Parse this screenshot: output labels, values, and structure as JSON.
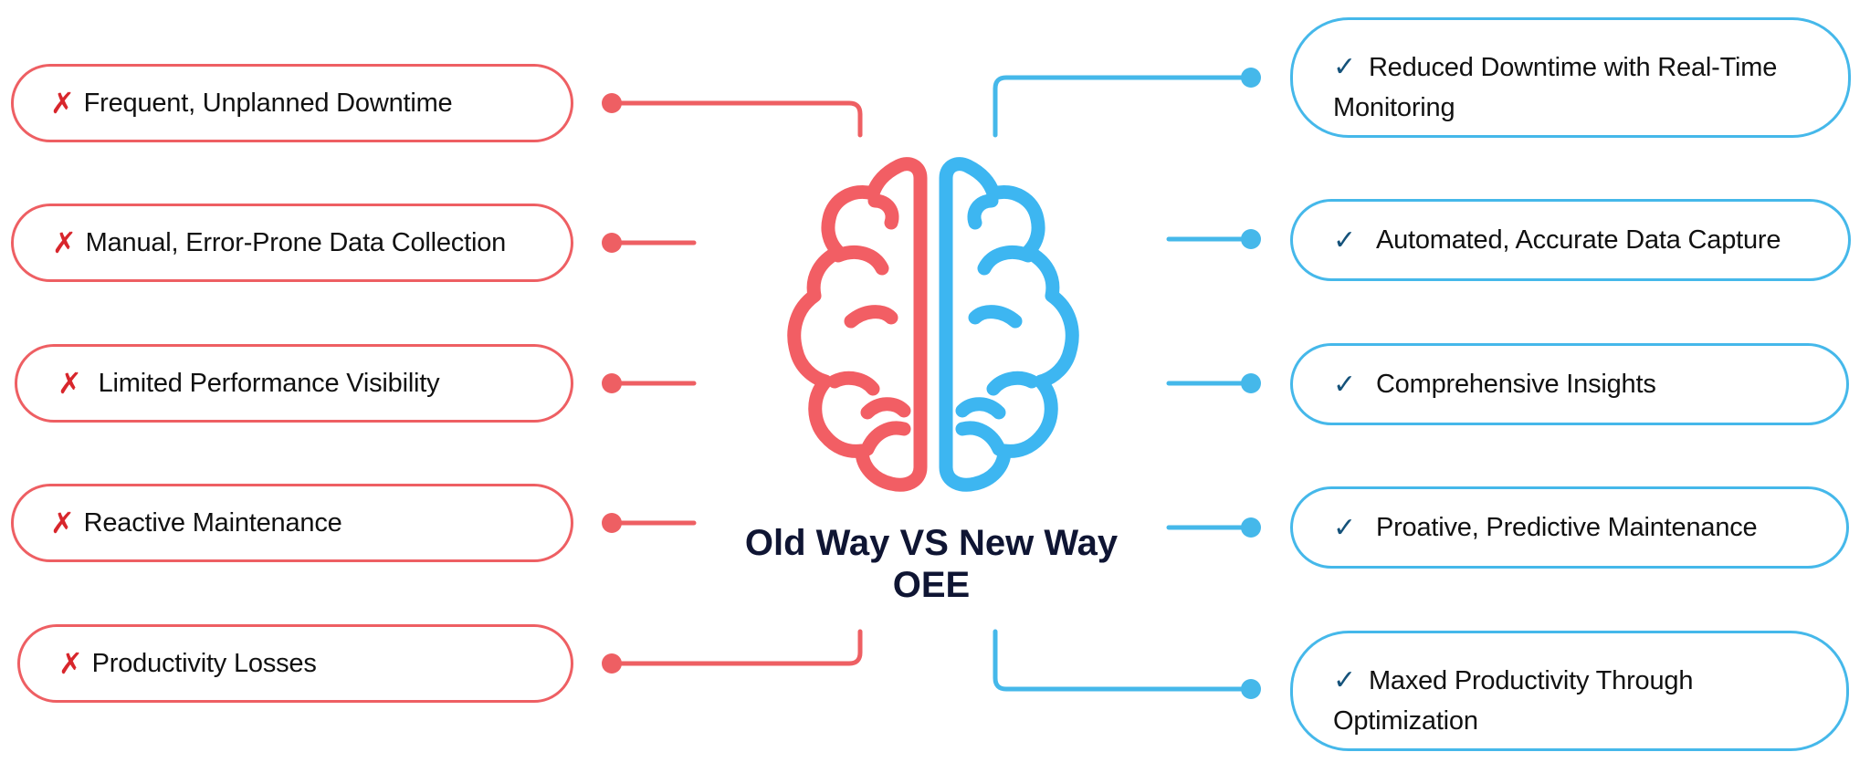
{
  "title": {
    "line1": "Old Way VS New Way",
    "line2": "OEE"
  },
  "colors": {
    "old": "#ee5f63",
    "new": "#45b8ea",
    "x_mark": "#d8262c",
    "check_mark": "#15527a",
    "title_text": "#0f1533"
  },
  "marks": {
    "old": "✗",
    "new": "✓"
  },
  "old_way": [
    "Frequent, Unplanned Downtime",
    "Manual, Error-Prone Data Collection",
    "Limited Performance Visibility",
    "Reactive Maintenance",
    "Productivity Losses"
  ],
  "new_way": [
    "Reduced Downtime with Real-Time Monitoring",
    "Automated, Accurate Data Capture",
    "Comprehensive Insights",
    "Proative, Predictive Maintenance",
    "Maxed Productivity Through Optimization"
  ],
  "icon": "brain-icon"
}
